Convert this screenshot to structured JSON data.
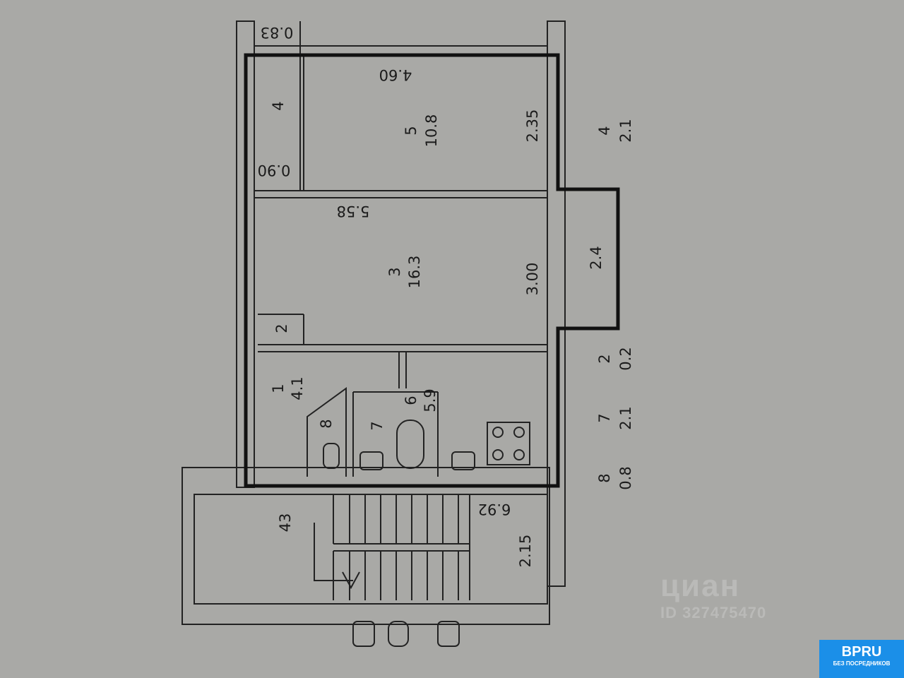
{
  "rooms": [
    {
      "number": "1",
      "area": "4.1"
    },
    {
      "number": "3",
      "area": "16.3"
    },
    {
      "number": "5",
      "area": "10.8"
    },
    {
      "number": "6",
      "area": "5.9"
    }
  ],
  "small_rooms": {
    "r2": "2",
    "r4": "4",
    "r7": "7",
    "r8": "8"
  },
  "dimensions": {
    "d083": "0.83",
    "d460": "4.60",
    "d235": "2.35",
    "d090": "0.90",
    "d558": "5.58",
    "d300": "3.00",
    "d24": "2.4",
    "d43": "43",
    "d692": "6.92",
    "d215": "2.15"
  },
  "legend": [
    {
      "number": "4",
      "area": "2.1"
    },
    {
      "number": "2",
      "area": "0.2"
    },
    {
      "number": "7",
      "area": "2.1"
    },
    {
      "number": "8",
      "area": "0.8"
    }
  ],
  "watermark": {
    "brand": "циан",
    "id": "ID 327475470"
  },
  "logo": {
    "name": "BPRU",
    "tagline": "БЕЗ ПОСРЕДНИКОВ"
  },
  "colors": {
    "paper": "#a9a9a6",
    "ink": "#1a1a1a",
    "logo_bg": "#1b8fe8"
  }
}
